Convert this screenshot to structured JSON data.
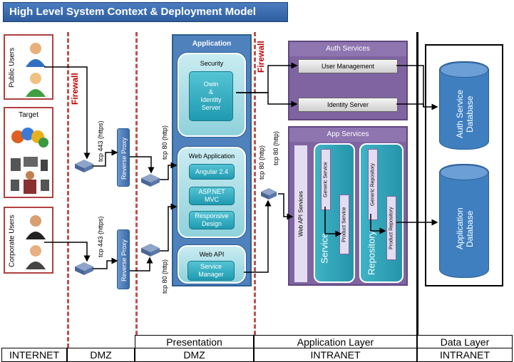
{
  "title": "High Level System Context & Deployment Model",
  "actors": {
    "public_users": "Public Users",
    "target": "Target",
    "corporate_users": "Corporate Users"
  },
  "firewall_labels": [
    "Firewall",
    "Firewall"
  ],
  "dmz": {
    "reverse_proxy_top": "Reverse Proxy",
    "reverse_proxy_bottom": "Reverse Proxy",
    "tcp443_top": "tcp 443 (https)",
    "tcp443_bottom": "tcp 443 (https)",
    "tcp80_top": "tcp 80 (http)",
    "tcp80_bottom": "tcp 80 (http)"
  },
  "application": {
    "header": "Application",
    "security": {
      "header": "Security",
      "owin": "Owin\n&\nIdentity\nServer"
    },
    "web_application": {
      "header": "Web Application",
      "items": [
        "Angular 2.4",
        "ASP.NET\nMVC",
        "Responsive\nDesign"
      ]
    },
    "web_api": {
      "header": "Web API",
      "service_manager": "Service\nManager"
    }
  },
  "app_layer_links": {
    "tcp80_a": "tcp 80 (http)",
    "tcp80_b": "tcp 80 (http)"
  },
  "auth_services": {
    "header": "Auth Services",
    "user_management": "User Management",
    "identity_server": "Identity Server"
  },
  "app_services": {
    "header": "App Services",
    "web_api_services": "Web API Services",
    "service": "Service",
    "generic_service": "Generic Service",
    "product_service": "Product Service",
    "repository": "Repository",
    "generic_repository": "Generic Repository",
    "product_repository": "Product Repository"
  },
  "databases": {
    "auth": "Auth Service\nDatabase",
    "application": "Application\nDatabase"
  },
  "zones": {
    "internet": "INTERNET",
    "dmz": "DMZ",
    "presentation": "Presentation",
    "presentation_dmz": "DMZ",
    "application_layer": "Application Layer",
    "intranet_app": "INTRANET",
    "data_layer": "Data Layer",
    "intranet_data": "INTRANET"
  },
  "colors": {
    "title_blue": "#3a6cb0",
    "firewall_red": "#c0504d",
    "panel_blue": "#4f81bd",
    "teal": "#2aa6bb",
    "purple": "#8064a2",
    "db_blue": "#3f7fc0"
  }
}
